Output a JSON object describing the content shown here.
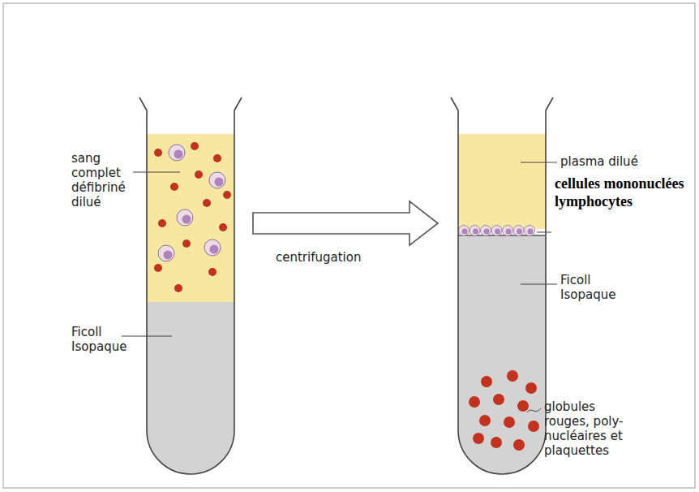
{
  "diagram": {
    "labels": [
      "sang complet défibriné dilué",
      "Ficoll Isopaque",
      "centrifugation",
      "plasma dilué",
      "cellules mononuclées lymphocytes",
      "Ficoll Isopaque",
      "globules rouges, poly- nucléaires et plaquettes"
    ]
  }
}
